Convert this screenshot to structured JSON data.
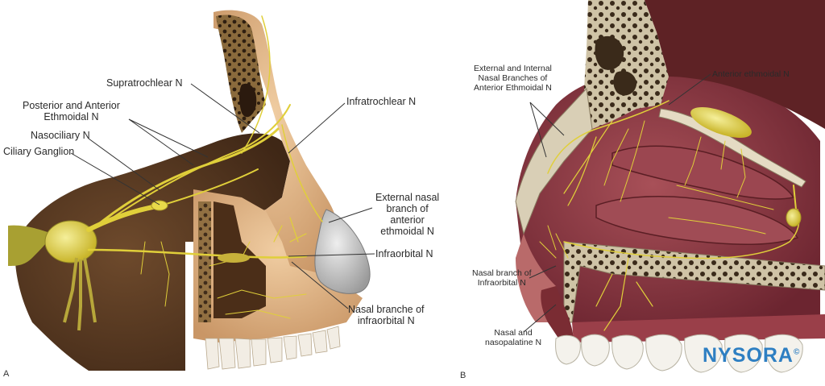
{
  "figure_a": {
    "panel_letter": "A",
    "labels": {
      "supratrochlear": "Supratrochlear N",
      "post_ant_ethmoidal": "Posterior and Anterior\nEthmoidal N",
      "nasociliary": "Nasociliary N",
      "ciliary_ganglion": "Ciliary Ganglion",
      "infratrochlear": "Infratrochlear N",
      "external_nasal": "External nasal\nbranch of\nanterior\nethmoidal N",
      "infraorbital": "Infraorbital N",
      "nasal_branche": "Nasal branche of\ninfraorbital N"
    }
  },
  "figure_b": {
    "panel_letter": "B",
    "labels": {
      "ext_int_nasal": "External and Internal\nNasal Branches of\nAnterior Ethmoidal N",
      "anterior_ethmoidal": "Anterior ethmoidal N",
      "nasal_branch_infraorbital": "Nasal branch of\nInfraorbital N",
      "nasopalatine": "Nasal and\nnasopalatine N"
    }
  },
  "brand": {
    "name": "NYSORA",
    "mark": "©"
  },
  "colors": {
    "nerve": "#e3d23a",
    "bone": "#dcae7e",
    "dark_bone": "#5a3a22",
    "mucosa": "#8c3b43",
    "teeth": "#f2f2ee",
    "brand": "#2e7fc2"
  }
}
